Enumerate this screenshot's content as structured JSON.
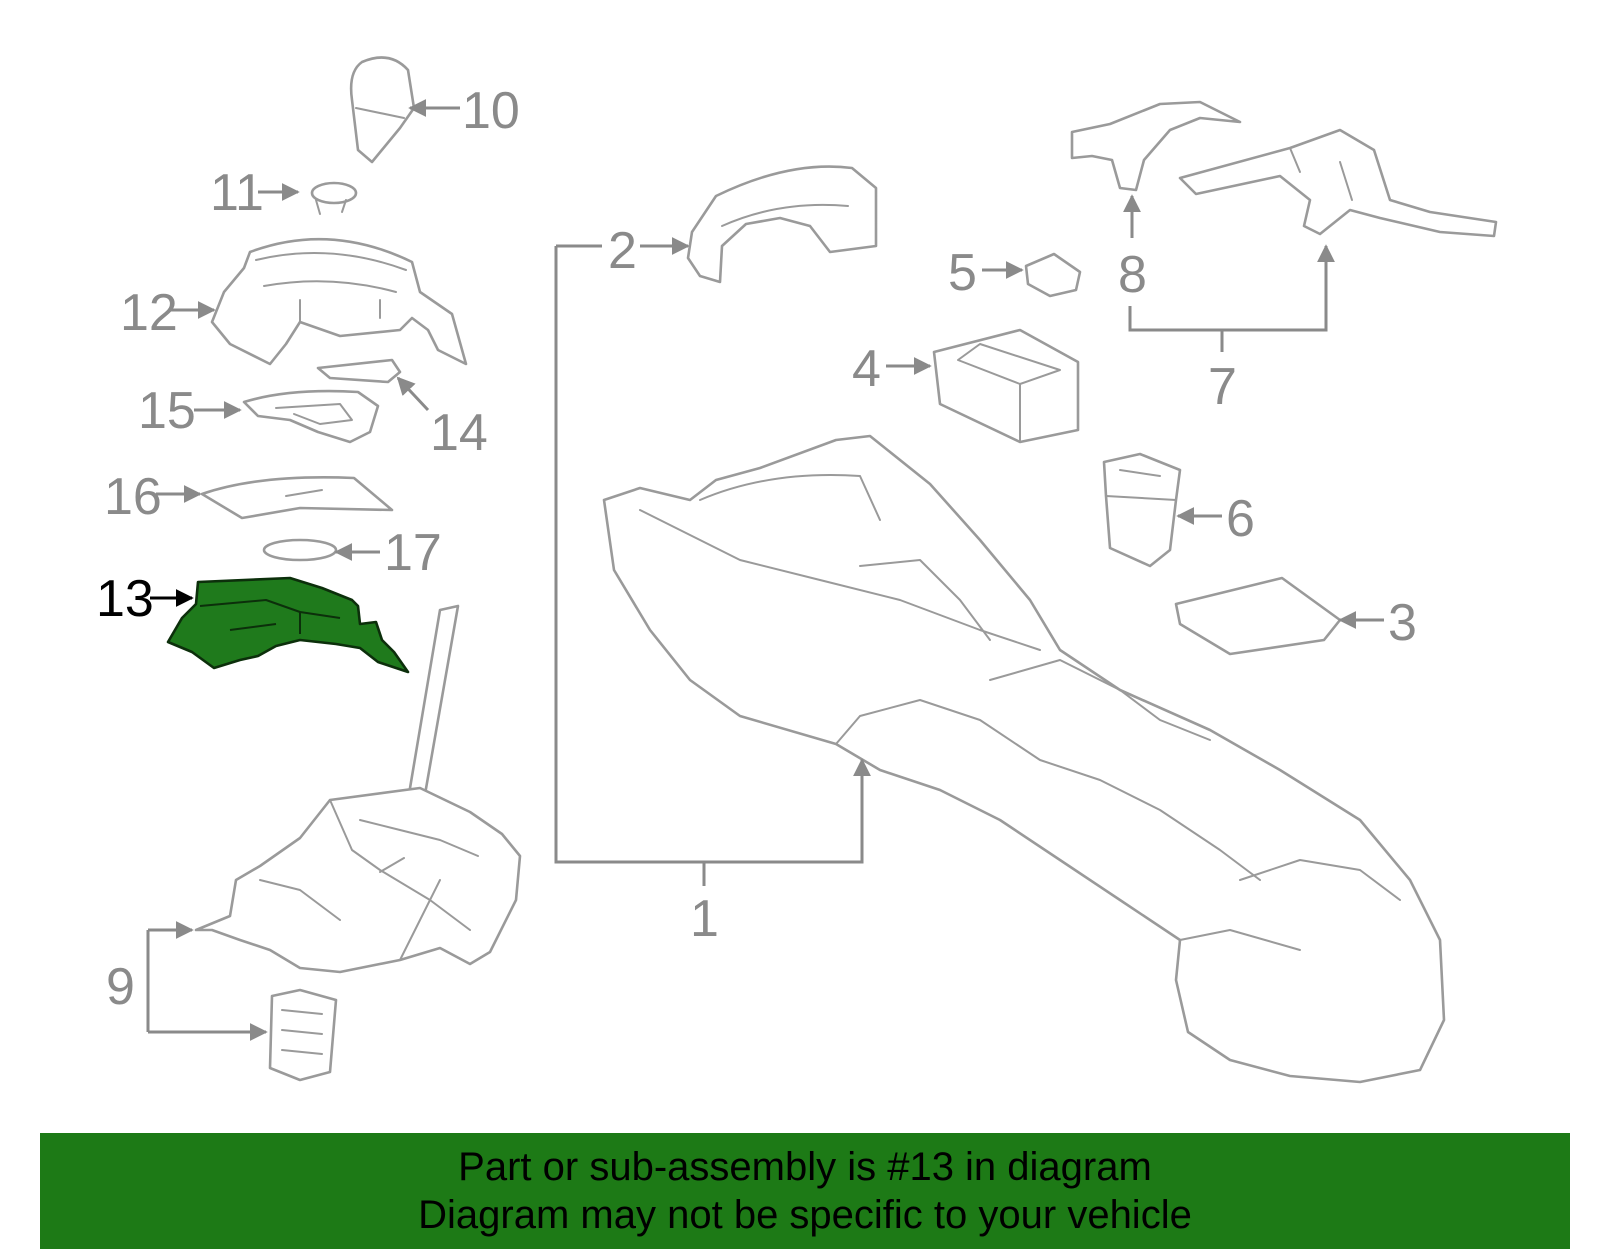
{
  "highlight_color": "#1d7a16",
  "callouts": {
    "c1": "1",
    "c2": "2",
    "c3": "3",
    "c4": "4",
    "c5": "5",
    "c6": "6",
    "c7": "7",
    "c8": "8",
    "c9": "9",
    "c10": "10",
    "c11": "11",
    "c12": "12",
    "c13": "13",
    "c14": "14",
    "c15": "15",
    "c16": "16",
    "c17": "17"
  },
  "highlighted_part": "13",
  "banner": {
    "line1": "Part or sub-assembly is #13 in diagram",
    "line2": "Diagram may not be specific to your vehicle"
  }
}
